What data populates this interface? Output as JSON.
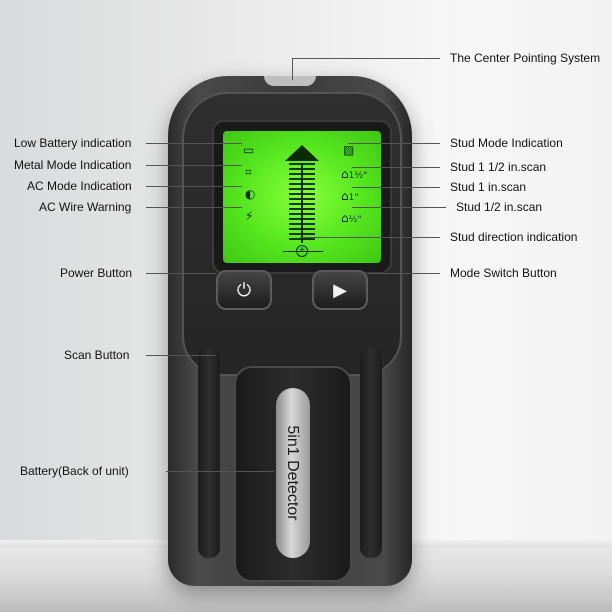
{
  "labels": {
    "center_pointing": "The Center Pointing System",
    "low_battery": "Low Battery indication",
    "metal_mode": "Metal Mode Indication",
    "ac_mode": "AC Mode Indication",
    "ac_wire": "AC Wire Warning",
    "power_button": "Power Button",
    "scan_button": "Scan Button",
    "battery": "Battery(Back of unit)",
    "stud_mode": "Stud Mode Indication",
    "stud_1_5": "Stud 1 1/2 in.scan",
    "stud_1": "Stud 1 in.scan",
    "stud_0_5": "Stud 1/2 in.scan",
    "stud_direction": "Stud direction indication",
    "mode_switch": "Mode Switch Button"
  },
  "device": {
    "product_text": "5in1 Detector",
    "power_glyph": "⏻",
    "mode_glyph": "▶"
  },
  "lcd": {
    "battery_icon": "battery-icon",
    "metal_icon": "metal-icon",
    "ac_icon": "ac-icon",
    "warning_icon": "lightning-icon",
    "stud_icon": "stud-icon",
    "stud_1_5_text": "1½\"",
    "stud_1_text": "1\"",
    "stud_0_5_text": "½\""
  },
  "colors": {
    "lcd_green": "#55e61e",
    "device_body": "#3b3b3b"
  }
}
